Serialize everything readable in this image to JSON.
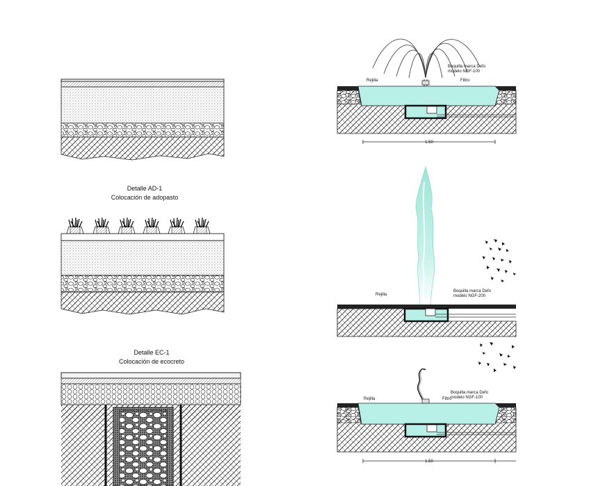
{
  "left_column": {
    "detail_ad1": {
      "title": "Detalle AD-1",
      "subtitle": "Colocación de adopasto"
    },
    "detail_ec1": {
      "title": "Detalle EC-1",
      "subtitle": "Colocación de ecocreto"
    }
  },
  "fountain_1": {
    "nozzle_line1": "Boquilla marca Defo",
    "nozzle_line2": "modelo NGF-100",
    "grate": "Rejilla",
    "filter": "Filtro",
    "dimension": "1.50"
  },
  "fountain_2": {
    "grate": "Rejilla",
    "nozzle_line1": "Boquilla marca Defo",
    "nozzle_line2": "modelo NGF-200"
  },
  "fountain_3": {
    "nozzle_line1": "Boquilla marca Defo",
    "nozzle_line2": "modelo NGF-100",
    "grate": "Rejilla",
    "filter": "Filtro",
    "dimension": "1.50"
  },
  "colors": {
    "water": "#b8f0e8",
    "ink": "#111111"
  }
}
